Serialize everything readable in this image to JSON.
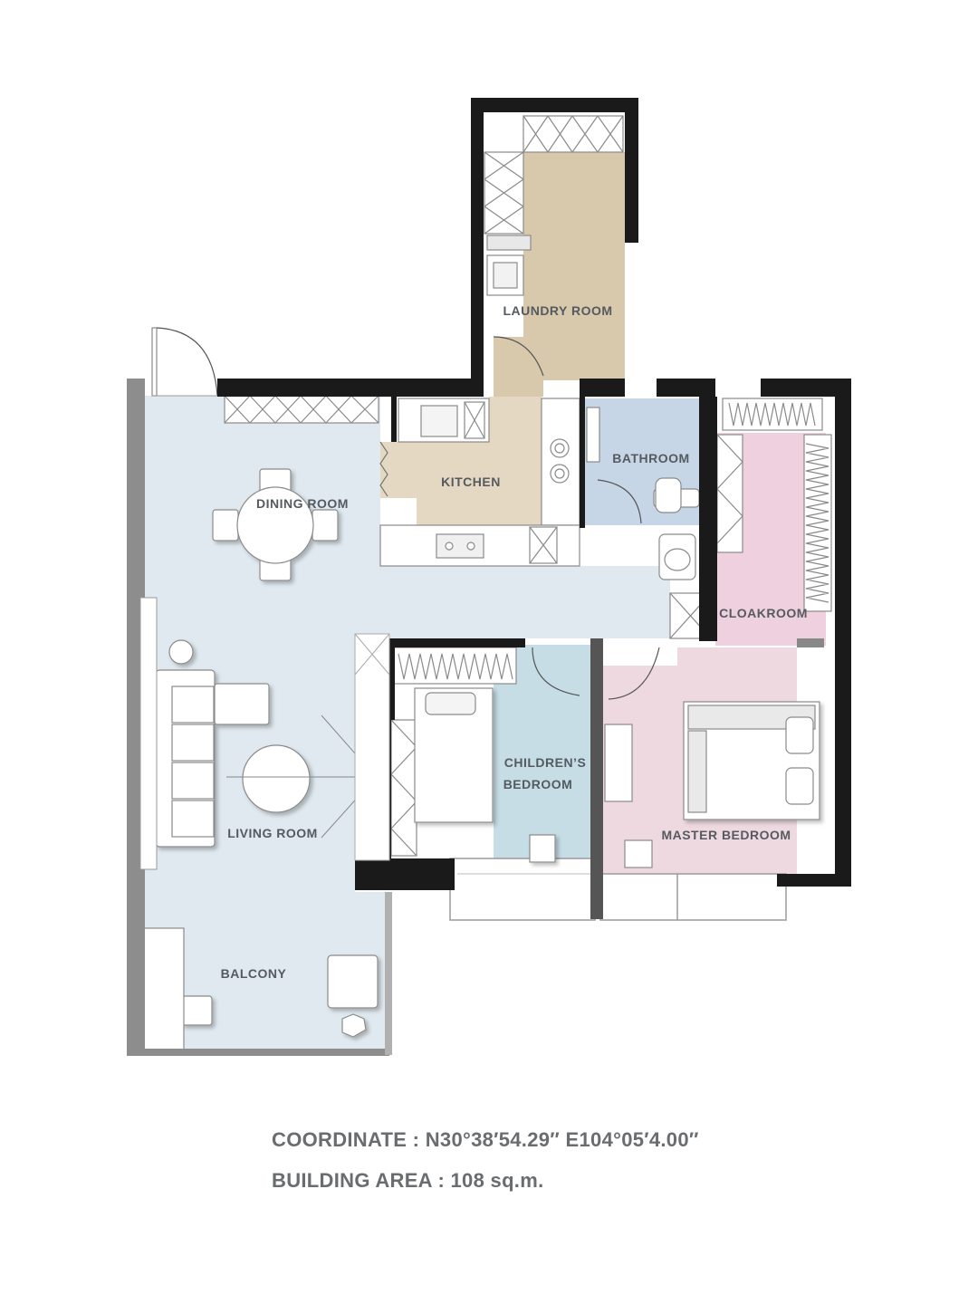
{
  "rooms": {
    "laundry": "LAUNDRY ROOM",
    "kitchen": "KITCHEN",
    "bathroom": "BATHROOM",
    "dining": "DINING ROOM",
    "cloakroom": "CLOAKROOM",
    "children_line1": "CHILDREN’S",
    "children_line2": "BEDROOM",
    "living": "LIVING ROOM",
    "master": "MASTER BEDROOM",
    "balcony": "BALCONY"
  },
  "info": {
    "coordinate_label": "COORDINATE :",
    "coordinate_value": "N30°38′54.29″ E104°05′4.00″",
    "area_label": "BUILDING AREA :",
    "area_value": "108 sq.m."
  },
  "colors": {
    "wall": "#1a1a1a",
    "living_floor": "#dfe9ef",
    "laundry_floor": "#d8c9ad",
    "kitchen_floor": "#e4d8c2",
    "bathroom_floor": "#c7d6e6",
    "cloakroom_floor": "#efd0de",
    "children_floor": "#c6dde6",
    "master_floor": "#eed9e1"
  }
}
